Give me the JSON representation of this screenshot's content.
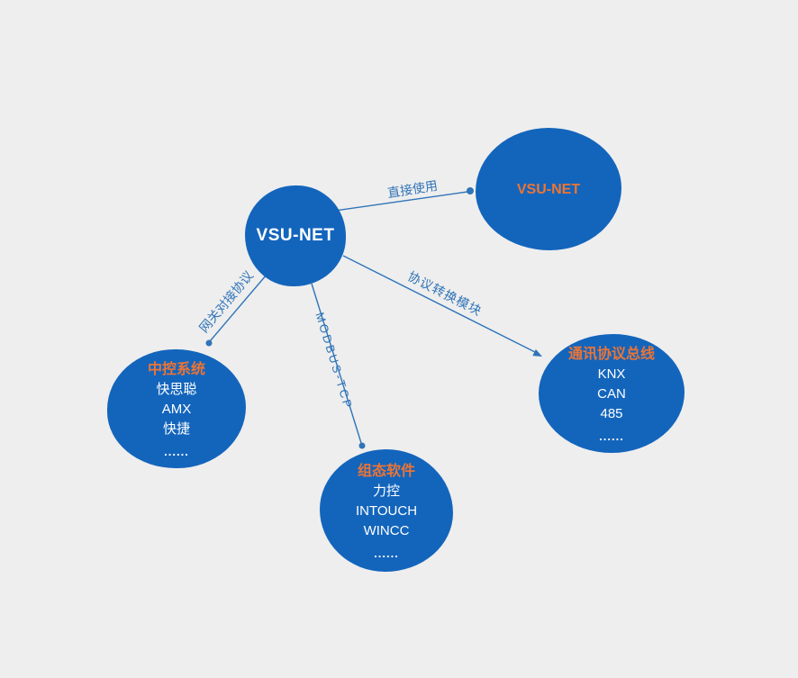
{
  "diagram": {
    "center_node": {
      "label": "VSU-NET"
    },
    "direct_node": {
      "label": "VSU-NET"
    },
    "control_node": {
      "title": "中控系统",
      "items": [
        "快思聪",
        "AMX",
        "快捷"
      ],
      "ellipsis": "......"
    },
    "scada_node": {
      "title": "组态软件",
      "items": [
        "力控",
        "INTOUCH",
        "WINCC"
      ],
      "ellipsis": "......"
    },
    "bus_node": {
      "title": "通讯协议总线",
      "items": [
        "KNX",
        "CAN",
        "485"
      ],
      "ellipsis": "......"
    },
    "edges": {
      "direct": "直接使用",
      "gateway": "网关对接协议",
      "modbus": "MODBUS-TCP",
      "protocol": "协议转换模块"
    },
    "colors": {
      "background": "#eeeeee",
      "node_fill": "#1365bc",
      "connector": "#2f74b8",
      "accent_text": "#ed7434",
      "node_text": "#ffffff"
    }
  }
}
